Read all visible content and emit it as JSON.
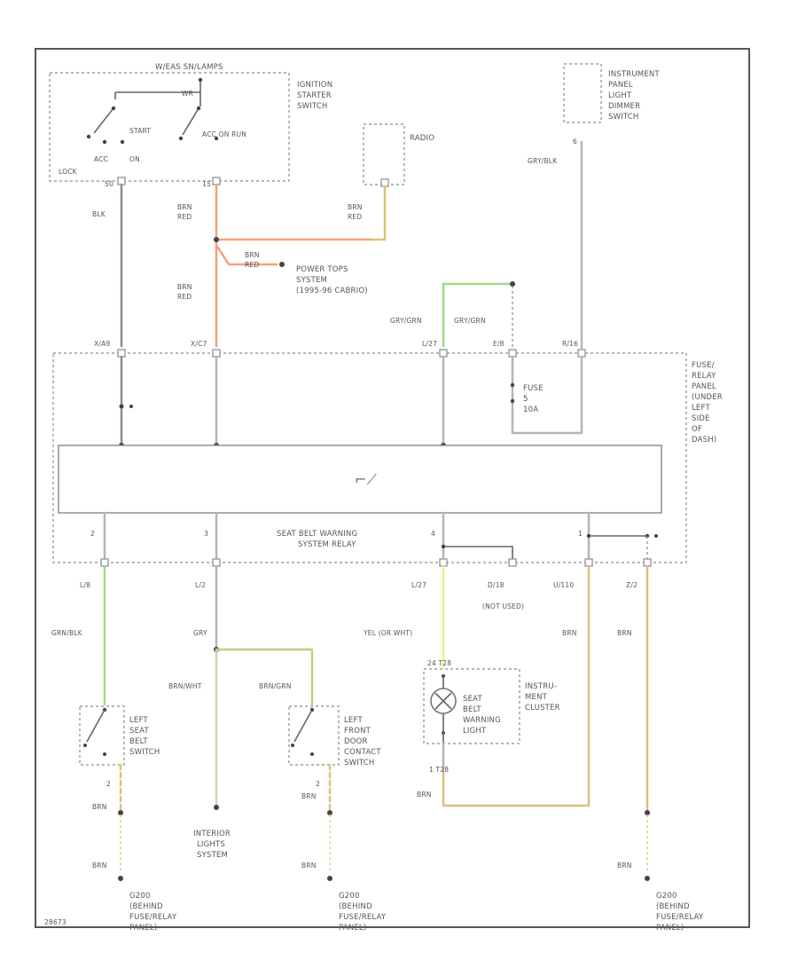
{
  "components": {
    "ignition_header": "W/EAS SN/LAMPS",
    "ignition_switch": [
      "IGNITION",
      "STARTER",
      "SWITCH"
    ],
    "ign_contacts": {
      "start": "START",
      "acc": "ACC",
      "on": "ON",
      "lock": "LOCK",
      "acc_on_run": "ACC ON RUN",
      "wr": "WR"
    },
    "radio": "RADIO",
    "dimmer": [
      "INSTRUMENT",
      "PANEL",
      "LIGHT",
      "DIMMER",
      "SWITCH"
    ],
    "power_tops": [
      "POWER TOPS",
      "SYSTEM",
      "(1995-96 CABRIO)"
    ],
    "fuse_panel": [
      "FUSE/",
      "RELAY",
      "PANEL",
      "(UNDER",
      "LEFT",
      "SIDE",
      "OF",
      "DASH)"
    ],
    "fuse": [
      "FUSE",
      "5",
      "10A"
    ],
    "relay": [
      "SEAT BELT WARNING",
      "SYSTEM RELAY"
    ],
    "relay_symbol": "⌐⟋",
    "left_belt": [
      "LEFT",
      "SEAT",
      "BELT",
      "SWITCH"
    ],
    "left_door": [
      "LEFT",
      "FRONT",
      "DOOR",
      "CONTACT",
      "SWITCH"
    ],
    "interior": [
      "INTERIOR",
      "LIGHTS",
      "SYSTEM"
    ],
    "warning_light": [
      "SEAT",
      "BELT",
      "WARNING",
      "LIGHT"
    ],
    "cluster": [
      "INSTRU-",
      "MENT",
      "CLUSTER"
    ],
    "not_used": "(NOT USED)",
    "ground": [
      "G200",
      "(BEHIND",
      "FUSE/RELAY",
      "PANEL)"
    ],
    "lamp_symbol": "⊗",
    "footer_code": "28673"
  },
  "wires": {
    "blk": "BLK",
    "brn_red": [
      "BRN",
      "RED"
    ],
    "gry_blk": "GRY/BLK",
    "gry_grn": "GRY/GRN",
    "grn_blk": "GRN/BLK",
    "gry": "GRY",
    "brn_wht": "BRN/WHT",
    "brn_grn": "BRN/GRN",
    "yel_wht": "YEL (OR WHT)",
    "brn": "BRN"
  },
  "connectors": {
    "ign_1": "50",
    "ign_2": "15",
    "radio_pin": "?",
    "dimmer_pin": "6",
    "c1": "X/A9",
    "c2": "X/C7",
    "c3": "L/27",
    "c4": "E/8",
    "c5": "R/16",
    "r_pin2": "2",
    "r_pin3": "3",
    "r_pin4": "4",
    "r_pin1": "1",
    "lr": "L/8",
    "lc": "L/2",
    "l27": "L/27",
    "d18": "D/18",
    "u110": "U/110",
    "z2": "Z/2",
    "t28": "24 T28",
    "t28b": "1 T28",
    "p2a": "2",
    "p2b": "2"
  },
  "colors": {
    "brn_red": "#f2a27a",
    "gry_grn": "#9bdc86",
    "yel": "#eeee8a",
    "brn": "#d9c279",
    "blk": "#8c8c8c"
  }
}
